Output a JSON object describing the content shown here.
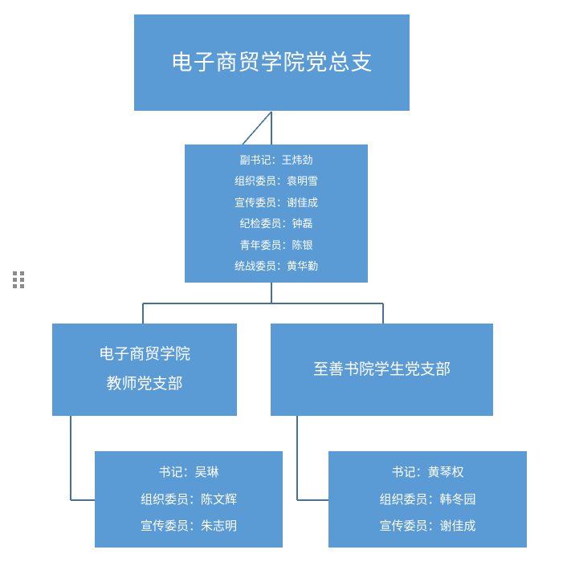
{
  "diagram": {
    "type": "organization-chart",
    "accent_color": "#5B9BD5",
    "text_color": "#FFFFFF",
    "connector_color": "#41719C",
    "background_color": "#FFFFFF",
    "handle_color": "#8B8B8B"
  },
  "root": {
    "title": "电子商贸学院党总支"
  },
  "committee": {
    "members": [
      "副书记：王炜劲",
      "组织委员：袁明雪",
      "宣传委员：谢佳成",
      "纪检委员：钟磊",
      "青年委员：陈银",
      "统战委员：黄华勤"
    ]
  },
  "branches": [
    {
      "id": "teacher",
      "title_lines": [
        "电子商贸学院",
        "教师党支部"
      ],
      "detail": [
        "书记：吴琳",
        "组织委员：陈文辉",
        "宣传委员：朱志明"
      ]
    },
    {
      "id": "student",
      "title_lines": [
        "至善书院学生党支部"
      ],
      "detail": [
        "书记：黄琴权",
        "组织委员：韩冬园",
        "宣传委员：谢佳成"
      ]
    }
  ],
  "handle": {
    "icon": "drag-handle-icon"
  }
}
